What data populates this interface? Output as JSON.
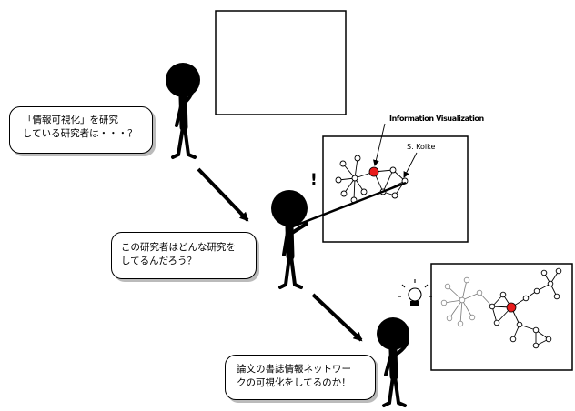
{
  "bubbles": {
    "b1": {
      "line1": "「情報可視化」を研究",
      "line2": "している研究者は・・・？"
    },
    "b2": {
      "line1": "この研究者はどんな研究を",
      "line2": "してるんだろう？"
    },
    "b3": {
      "line1": "論文の書誌情報ネットワー",
      "line2": "クの可視化をしてるのか！"
    }
  },
  "labels": {
    "information_visualization": "Information Visualization",
    "author": "S. Koike"
  },
  "exclamation": "!",
  "colors": {
    "highlight_node": "#e81c1c",
    "ink": "#000000"
  },
  "icons": [
    "person-figure",
    "lightbulb-icon",
    "network-graph"
  ]
}
